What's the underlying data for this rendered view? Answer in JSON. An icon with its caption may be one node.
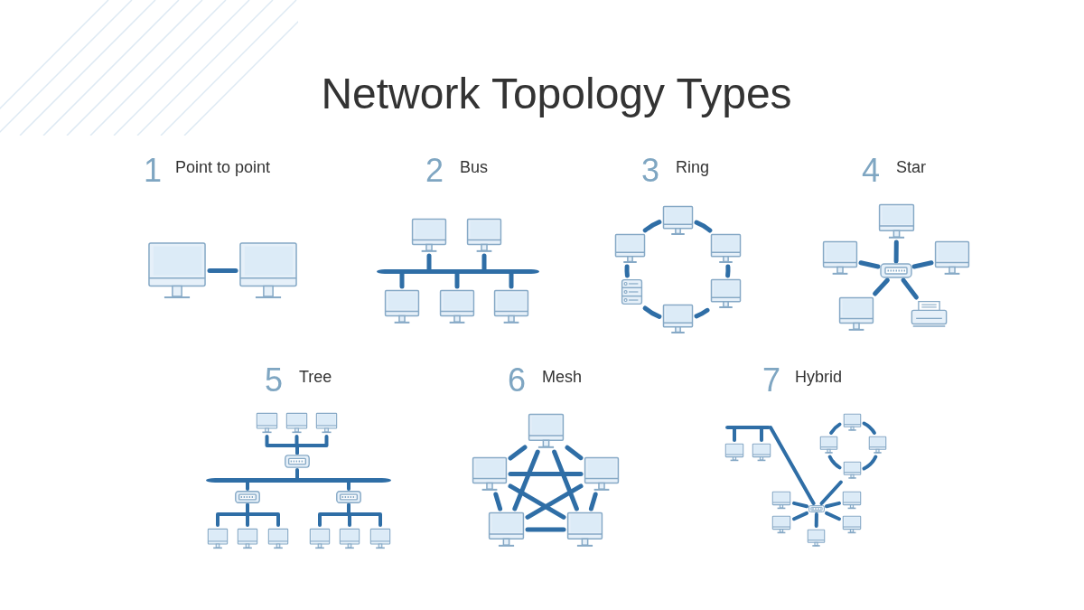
{
  "diagram": {
    "title": "Network Topology Types",
    "nodes": [
      {
        "text": [],
        "shape": "computer"
      },
      {
        "text": [],
        "shape": "computer"
      },
      {
        "text": [],
        "shape": "computer"
      },
      {
        "text": [],
        "shape": "computer"
      },
      {
        "text": [],
        "shape": "bar"
      },
      {
        "text": [],
        "shape": "computer"
      },
      {
        "text": [],
        "shape": "computer"
      },
      {
        "text": [],
        "shape": "computer"
      },
      {
        "text": [],
        "shape": "computer"
      },
      {
        "text": [],
        "shape": "computer"
      },
      {
        "text": [],
        "shape": "computer"
      },
      {
        "text": [],
        "shape": "server"
      },
      {
        "text": [],
        "shape": "computer"
      },
      {
        "text": [],
        "shape": "computer"
      },
      {
        "text": [],
        "shape": "computer"
      },
      {
        "text": [],
        "shape": "computer"
      },
      {
        "text": [],
        "shape": "switch"
      },
      {
        "text": [],
        "shape": "computer"
      },
      {
        "text": [],
        "shape": "computer"
      },
      {
        "text": [],
        "shape": "printer"
      },
      {
        "text": [],
        "shape": "computer"
      },
      {
        "text": [],
        "shape": "computer"
      },
      {
        "text": [],
        "shape": "computer"
      },
      {
        "text": [],
        "shape": "switch"
      },
      {
        "text": [],
        "shape": "bar"
      },
      {
        "text": [],
        "shape": "switch"
      },
      {
        "text": [],
        "shape": "switch"
      },
      {
        "text": [],
        "shape": "computer"
      },
      {
        "text": [],
        "shape": "computer"
      },
      {
        "text": [],
        "shape": "computer"
      },
      {
        "text": [],
        "shape": "computer"
      },
      {
        "text": [],
        "shape": "computer"
      },
      {
        "text": [],
        "shape": "computer"
      },
      {
        "text": [],
        "shape": "computer"
      },
      {
        "text": [],
        "shape": "computer"
      },
      {
        "text": [],
        "shape": "computer"
      },
      {
        "text": [],
        "shape": "computer"
      },
      {
        "text": [],
        "shape": "computer"
      },
      {
        "text": [],
        "shape": "bar"
      },
      {
        "text": [],
        "shape": "computer"
      },
      {
        "text": [],
        "shape": "computer"
      },
      {
        "text": [],
        "shape": "computer"
      },
      {
        "text": [],
        "shape": "computer"
      },
      {
        "text": [],
        "shape": "computer"
      },
      {
        "text": [],
        "shape": "computer"
      },
      {
        "text": [],
        "shape": "computer"
      },
      {
        "text": [],
        "shape": "computer"
      },
      {
        "text": [],
        "shape": "switch"
      },
      {
        "text": [],
        "shape": "computer"
      },
      {
        "text": [],
        "shape": "computer"
      },
      {
        "text": [],
        "shape": "computer"
      }
    ],
    "edges": [
      {
        "from": 0,
        "to": 1,
        "arrow": "none"
      },
      {
        "from": 2,
        "to": 4,
        "arrow": "none"
      },
      {
        "from": 3,
        "to": 4,
        "arrow": "none"
      },
      {
        "from": 4,
        "to": 5,
        "arrow": "none"
      },
      {
        "from": 4,
        "to": 6,
        "arrow": "none"
      },
      {
        "from": 4,
        "to": 7,
        "arrow": "none"
      },
      {
        "from": 8,
        "to": 10,
        "arrow": "none"
      },
      {
        "from": 10,
        "to": 12,
        "arrow": "none"
      },
      {
        "from": 12,
        "to": 13,
        "arrow": "none"
      },
      {
        "from": 13,
        "to": 11,
        "arrow": "none"
      },
      {
        "from": 11,
        "to": 9,
        "arrow": "none"
      },
      {
        "from": 9,
        "to": 8,
        "arrow": "none"
      },
      {
        "from": 16,
        "to": 14,
        "arrow": "none"
      },
      {
        "from": 16,
        "to": 15,
        "arrow": "none"
      },
      {
        "from": 16,
        "to": 17,
        "arrow": "none"
      },
      {
        "from": 16,
        "to": 18,
        "arrow": "none"
      },
      {
        "from": 16,
        "to": 19,
        "arrow": "none"
      },
      {
        "from": 20,
        "to": 23,
        "arrow": "none"
      },
      {
        "from": 21,
        "to": 23,
        "arrow": "none"
      },
      {
        "from": 22,
        "to": 23,
        "arrow": "none"
      },
      {
        "from": 23,
        "to": 24,
        "arrow": "none"
      },
      {
        "from": 24,
        "to": 25,
        "arrow": "none"
      },
      {
        "from": 24,
        "to": 26,
        "arrow": "none"
      },
      {
        "from": 25,
        "to": 27,
        "arrow": "none"
      },
      {
        "from": 25,
        "to": 28,
        "arrow": "none"
      },
      {
        "from": 25,
        "to": 29,
        "arrow": "none"
      },
      {
        "from": 26,
        "to": 30,
        "arrow": "none"
      },
      {
        "from": 26,
        "to": 31,
        "arrow": "none"
      },
      {
        "from": 26,
        "to": 32,
        "arrow": "none"
      },
      {
        "from": 33,
        "to": 34,
        "arrow": "none"
      },
      {
        "from": 33,
        "to": 35,
        "arrow": "none"
      },
      {
        "from": 34,
        "to": 36,
        "arrow": "none"
      },
      {
        "from": 35,
        "to": 37,
        "arrow": "none"
      },
      {
        "from": 36,
        "to": 37,
        "arrow": "none"
      },
      {
        "from": 33,
        "to": 36,
        "arrow": "none"
      },
      {
        "from": 33,
        "to": 37,
        "arrow": "none"
      },
      {
        "from": 34,
        "to": 35,
        "arrow": "none"
      },
      {
        "from": 34,
        "to": 37,
        "arrow": "none"
      },
      {
        "from": 35,
        "to": 36,
        "arrow": "none"
      },
      {
        "from": 38,
        "to": 39,
        "arrow": "none"
      },
      {
        "from": 38,
        "to": 40,
        "arrow": "none"
      },
      {
        "from": 38,
        "to": 47,
        "arrow": "none"
      },
      {
        "from": 41,
        "to": 43,
        "arrow": "none"
      },
      {
        "from": 43,
        "to": 44,
        "arrow": "none"
      },
      {
        "from": 44,
        "to": 42,
        "arrow": "none"
      },
      {
        "from": 42,
        "to": 41,
        "arrow": "none"
      },
      {
        "from": 44,
        "to": 47,
        "arrow": "none"
      },
      {
        "from": 47,
        "to": 45,
        "arrow": "none"
      },
      {
        "from": 47,
        "to": 46,
        "arrow": "none"
      },
      {
        "from": 47,
        "to": 48,
        "arrow": "none"
      },
      {
        "from": 47,
        "to": 49,
        "arrow": "none"
      },
      {
        "from": 47,
        "to": 50,
        "arrow": "none"
      }
    ],
    "labels": [
      "1",
      "Point to point",
      "2",
      "Bus",
      "3",
      "Ring",
      "4",
      "Star",
      "5",
      "Tree",
      "6",
      "Mesh",
      "7",
      "Hybrid"
    ]
  }
}
